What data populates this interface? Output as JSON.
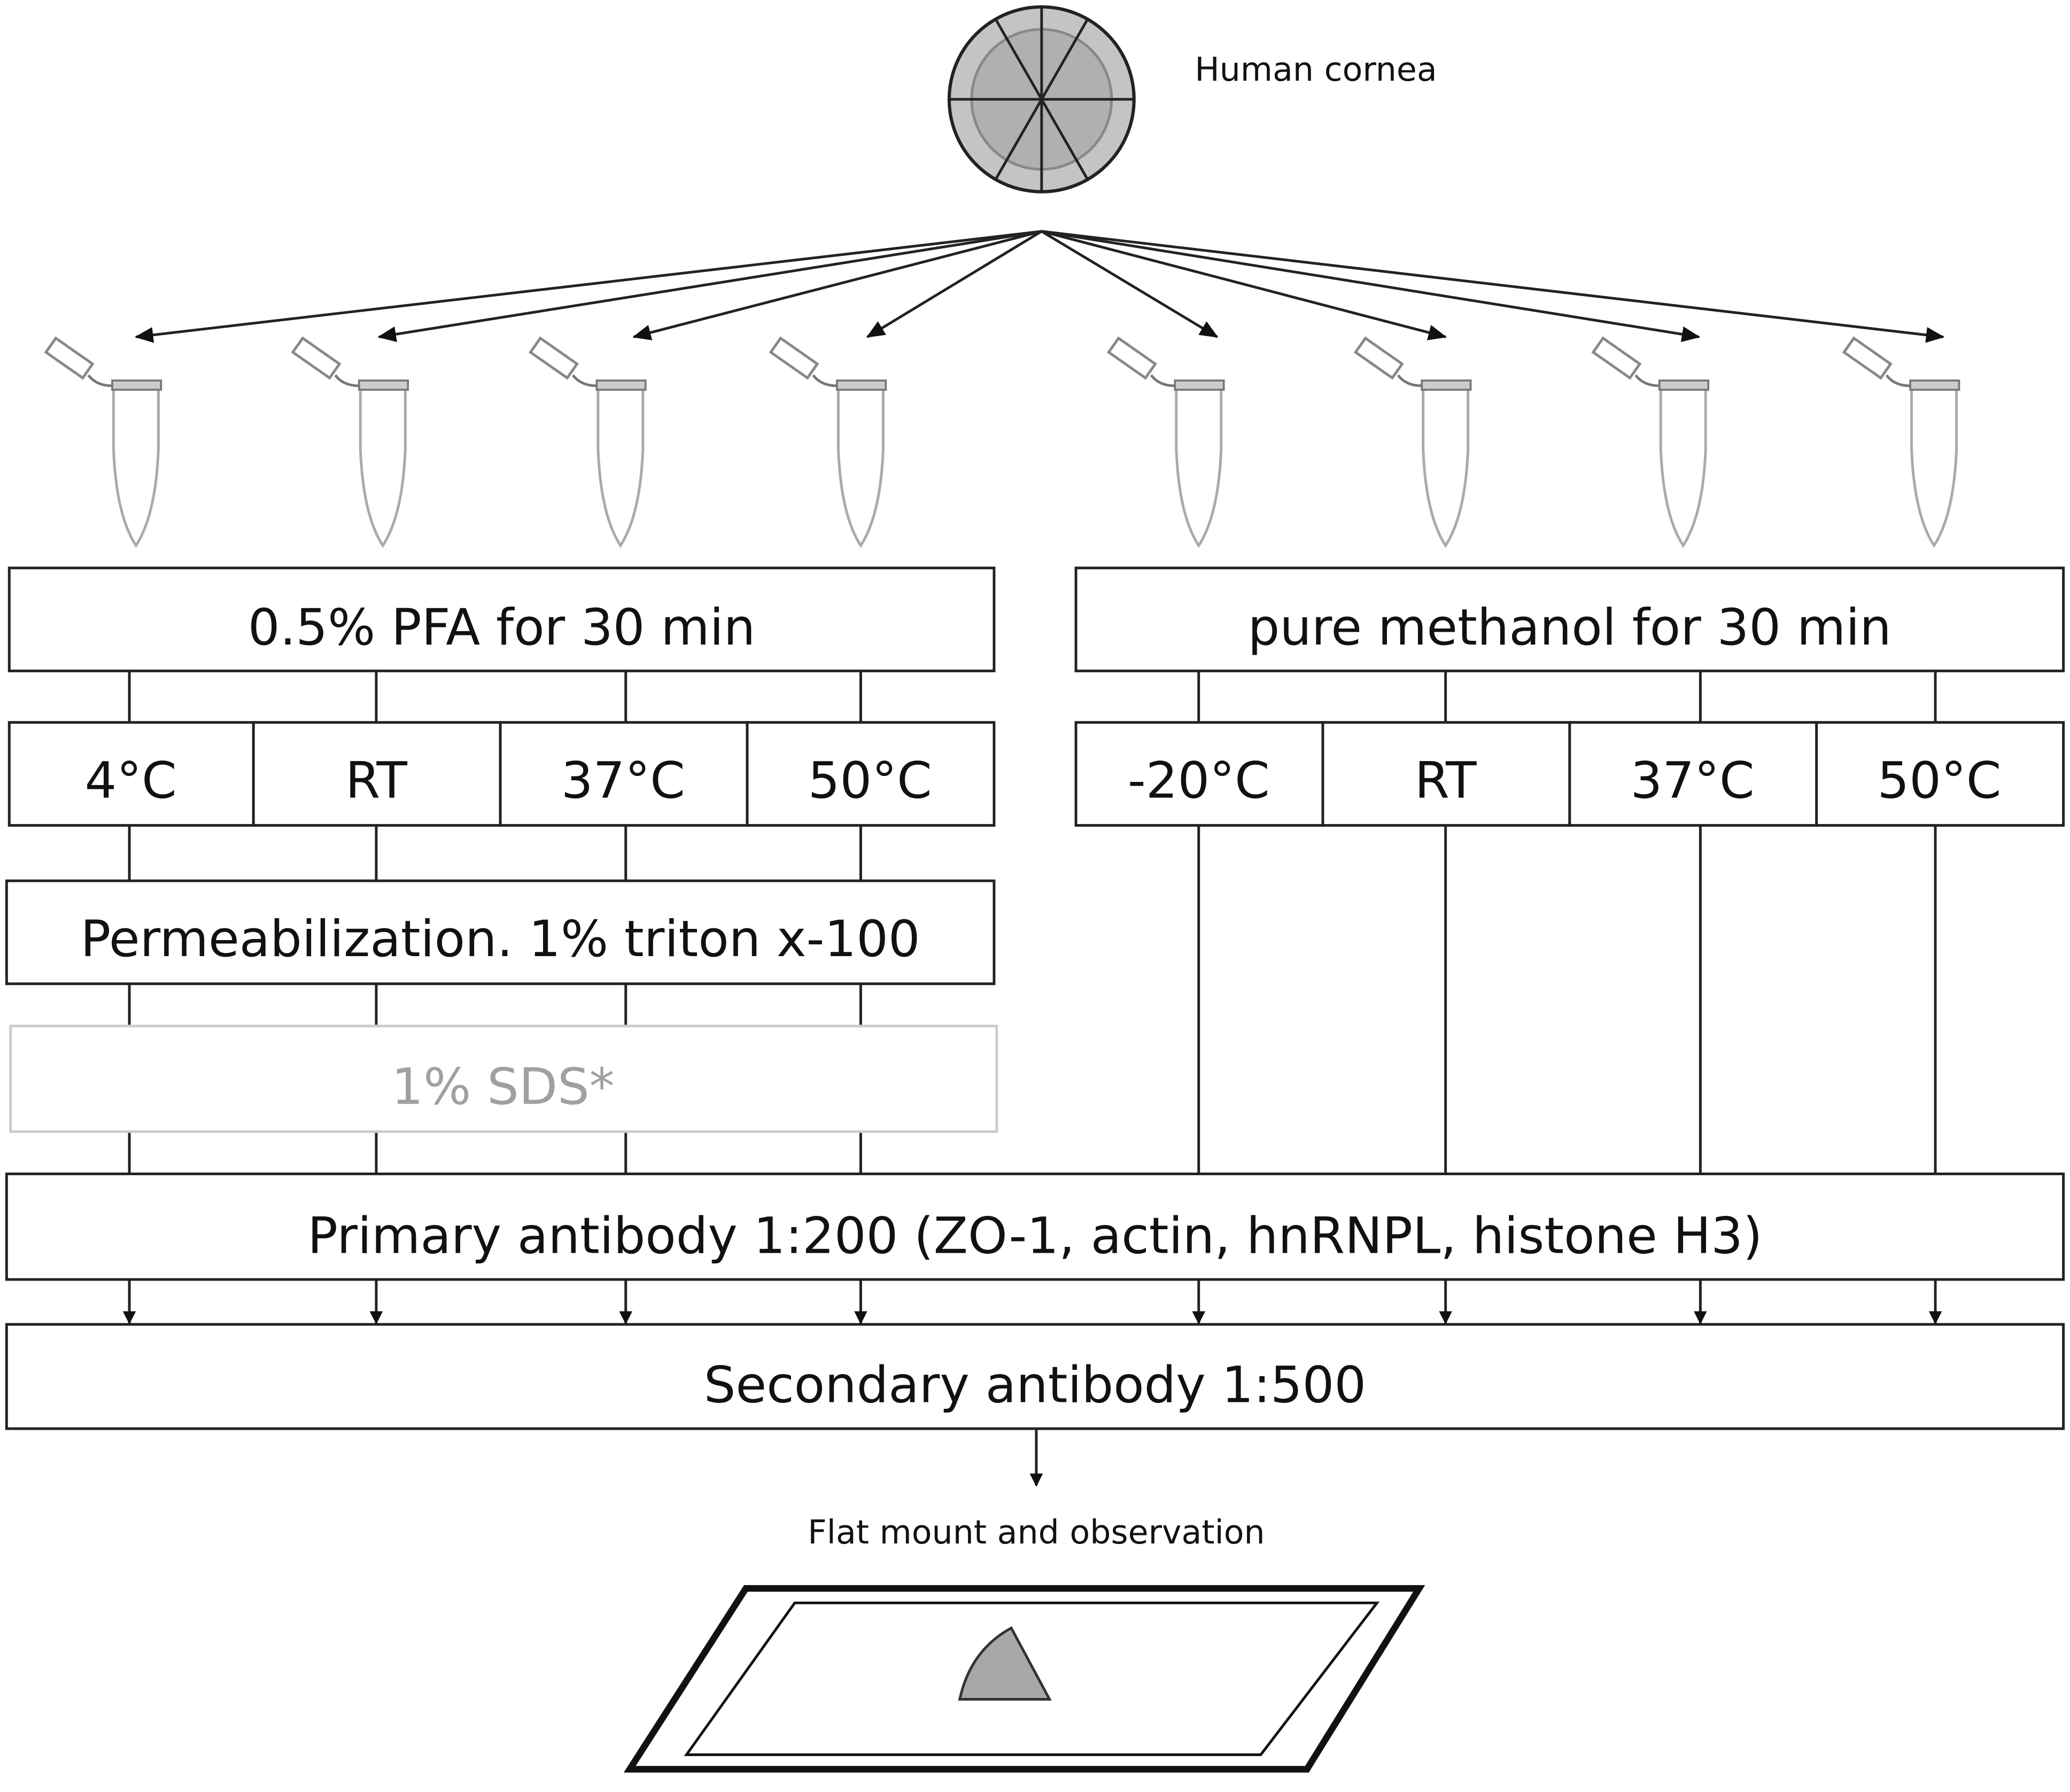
{
  "cornea": {
    "label": "Human cornea"
  },
  "pfa": {
    "fixation": "0.5% PFA for 30 min",
    "temperatures": [
      "4°C",
      "RT",
      "37°C",
      "50°C"
    ],
    "permeabilization": "Permeabilization. 1% triton x-100",
    "sds": "1% SDS*"
  },
  "methanol": {
    "fixation": "pure methanol for 30 min",
    "temperatures": [
      "-20°C",
      "RT",
      "37°C",
      "50°C"
    ]
  },
  "primary": "Primary antibody 1:200 (ZO-1, actin, hnRNPL, histone H3)",
  "secondary": "Secondary antibody 1:500",
  "final": "Flat mount and observation",
  "colors": {
    "cornea_outer": "#c4c4c4",
    "cornea_inner": "#b0b0b0",
    "sds_text": "#a0a0a0",
    "sds_border": "#cccccc"
  }
}
